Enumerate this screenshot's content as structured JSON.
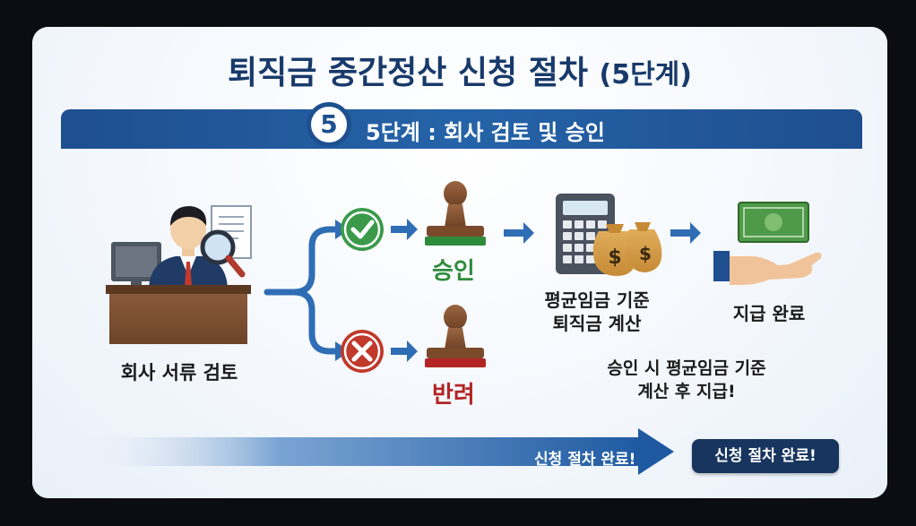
{
  "title": "퇴직금 중간정산 신청 절차",
  "title_paren": "(5단계)",
  "step": {
    "number": "5",
    "label": "5단계 : 회사 검토 및 승인"
  },
  "nodes": {
    "review": "회사 서류 검토",
    "approve": "승인",
    "reject": "반려",
    "calc_line1": "평균임금 기준",
    "calc_line2": "퇴직금 계산",
    "payment": "지급 완료",
    "note_line1": "승인 시 평균임금 기준",
    "note_line2": "계산 후 지급!"
  },
  "footer": {
    "arrow_text": "신청 절차 완료!",
    "button": "신청 절차 완료!"
  },
  "icons": {
    "dollar": "$",
    "check": "✓",
    "cross": "✕"
  },
  "colors": {
    "primary": "#1e4f8f",
    "approve": "#2e8b3c",
    "reject": "#b32525",
    "dark_navy": "#17355e"
  }
}
